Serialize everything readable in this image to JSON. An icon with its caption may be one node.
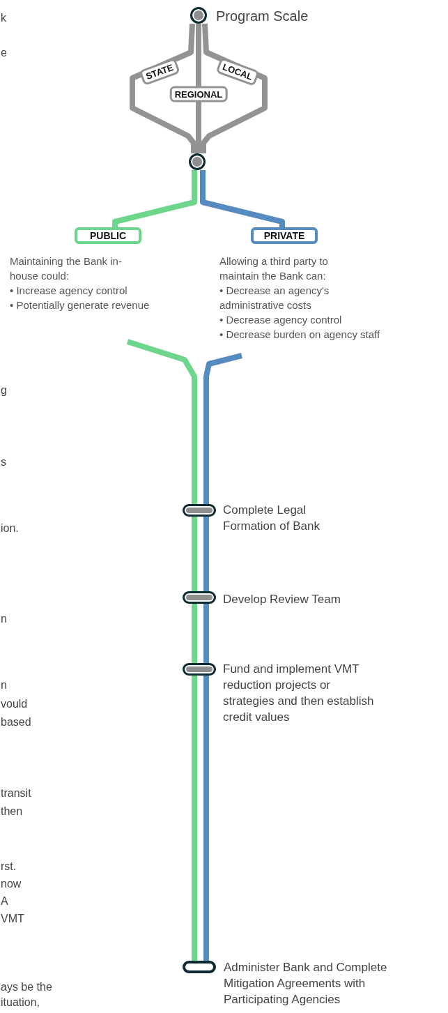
{
  "diagram": {
    "nodes": [
      {
        "text": [
          "Program Scale"
        ]
      },
      {
        "text": [],
        "shape": "circle"
      },
      {
        "text": [
          "PUBLIC"
        ],
        "beside": [
          "Maintaining the Bank in-house could:",
          "• Increase agency control",
          "• Potentially generate revenue"
        ]
      },
      {
        "text": [
          "PRIVATE"
        ],
        "beside": [
          "Allowing a third party to maintain the Bank can:",
          "• Decrease an agency's administrative costs",
          "• Decrease agency control",
          "• Decrease burden on agency staff"
        ]
      },
      {
        "text": [
          "Complete Legal Formation of Bank"
        ]
      },
      {
        "text": [
          "Develop Review Team"
        ]
      },
      {
        "text": [
          "Fund and implement VMT reduction projects or strategies and then establish credit values"
        ]
      },
      {
        "text": [
          "Administer Bank and Complete Mitigation Agreements with Participating Agencies"
        ]
      }
    ],
    "edges": [
      {
        "from": 0,
        "to": 1,
        "arrow": "none",
        "label": "STATE",
        "color": "#939393"
      },
      {
        "from": 0,
        "to": 1,
        "arrow": "none",
        "label": "REGIONAL",
        "color": "#939393"
      },
      {
        "from": 0,
        "to": 1,
        "arrow": "none",
        "label": "LOCAL",
        "color": "#939393"
      },
      {
        "from": 1,
        "to": 2,
        "arrow": "none",
        "color": "#6dd58c"
      },
      {
        "from": 1,
        "to": 3,
        "arrow": "none",
        "color": "#568bbf"
      },
      {
        "from": null,
        "to": 4,
        "arrow": "none",
        "color": "#6dd58c"
      },
      {
        "from": null,
        "to": 4,
        "arrow": "none",
        "color": "#568bbf"
      },
      {
        "from": 4,
        "to": 5,
        "arrow": "none",
        "color": "#6dd58c"
      },
      {
        "from": 4,
        "to": 5,
        "arrow": "none",
        "color": "#568bbf"
      },
      {
        "from": 5,
        "to": 6,
        "arrow": "none",
        "color": "#6dd58c"
      },
      {
        "from": 5,
        "to": 6,
        "arrow": "none",
        "color": "#568bbf"
      },
      {
        "from": 6,
        "to": 7,
        "arrow": "none",
        "color": "#6dd58c"
      },
      {
        "from": 6,
        "to": 7,
        "arrow": "none",
        "color": "#568bbf"
      }
    ],
    "labels": [
      "k",
      "e",
      "g",
      "s",
      "ion.",
      "n",
      "n",
      "vould",
      "based",
      "transit",
      "then",
      "rst.",
      "now",
      "A",
      "VMT",
      "ays be the",
      "ituation,"
    ]
  }
}
